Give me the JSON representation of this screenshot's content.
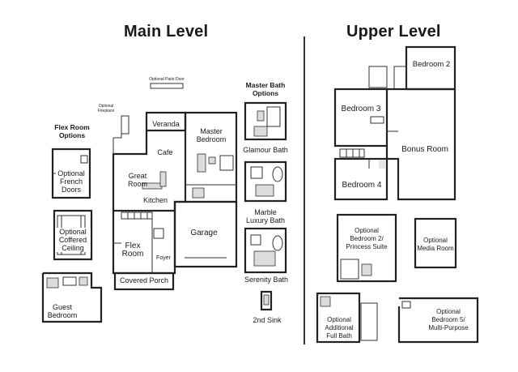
{
  "titles": {
    "main_level": "Main Level",
    "upper_level": "Upper Level"
  },
  "main": {
    "optional_patio_door": "Optional Patio Door",
    "optional_fireplace": "Optional\nFireplace",
    "flex_room_options": "Flex Room\nOptions",
    "master_bath_options": "Master Bath\nOptions",
    "veranda": "Veranda",
    "master_bedroom": "Master\nBedroom",
    "cafe": "Cafe",
    "great_room": "Great\nRoom",
    "kitchen": "Kitchen",
    "garage": "Garage",
    "flex_room": "Flex\nRoom",
    "foyer": "Foyer",
    "covered_porch": "Covered Porch",
    "optional_french_doors": "Optional\nFrench\nDoors",
    "optional_coffered_ceiling": "Optional\nCoffered\nCeiling",
    "guest_bedroom": "Guest\nBedroom",
    "glamour_bath": "Glamour Bath",
    "marble_luxury_bath": "Marble\nLuxury Bath",
    "serenity_bath": "Serenity Bath",
    "second_sink": "2nd Sink"
  },
  "upper": {
    "bedroom_2": "Bedroom 2",
    "bedroom_3": "Bedroom 3",
    "bonus_room": "Bonus Room",
    "bedroom_4": "Bedroom 4",
    "optional_princess_suite": "Optional\nBedroom 2/\nPrincess Suite",
    "optional_media_room": "Optional\nMedia Room",
    "optional_full_bath": "Optional\nAdditional\nFull Bath",
    "optional_bedroom_5": "Optional\nBedroom 5/\nMulti-Purpose"
  }
}
